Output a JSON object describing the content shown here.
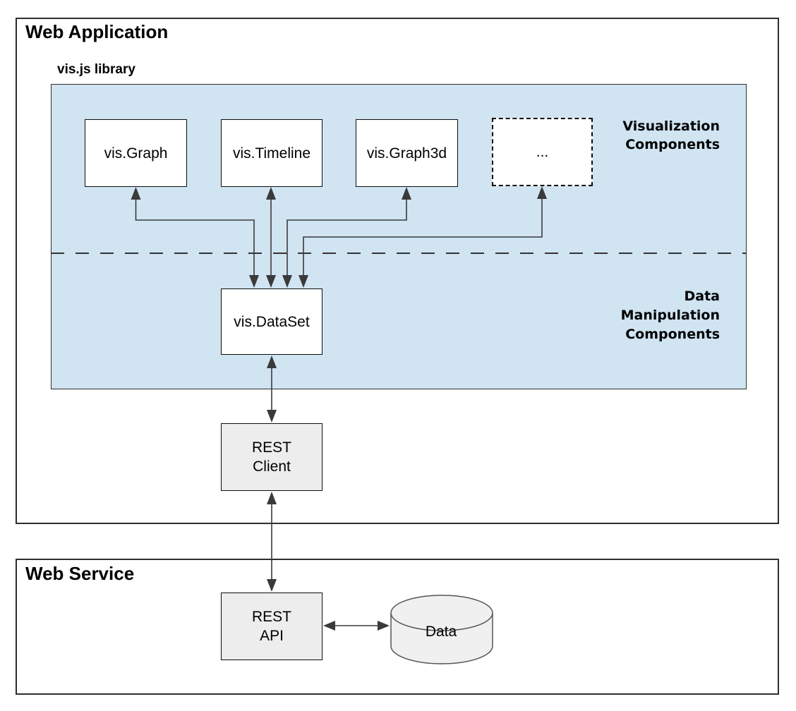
{
  "diagram": {
    "web_application": {
      "title": "Web Application",
      "library_label": "vis.js library",
      "components": {
        "graph": "vis.Graph",
        "timeline": "vis.Timeline",
        "graph3d": "vis.Graph3d",
        "more": "...",
        "dataset": "vis.DataSet"
      },
      "section_labels": {
        "visualization": "Visualization\nComponents",
        "data_manipulation": "Data\nManipulation\nComponents"
      },
      "rest_client": "REST\nClient"
    },
    "web_service": {
      "title": "Web Service",
      "rest_api": "REST\nAPI",
      "data_store": "Data"
    },
    "colors": {
      "library_panel_fill": "#d0e4f2",
      "component_box_fill": "#ffffff",
      "rest_box_fill": "#ededed",
      "cylinder_fill": "#f0f0f0",
      "border": "#1f1f1f",
      "arrow": "#3a3a3a"
    }
  }
}
